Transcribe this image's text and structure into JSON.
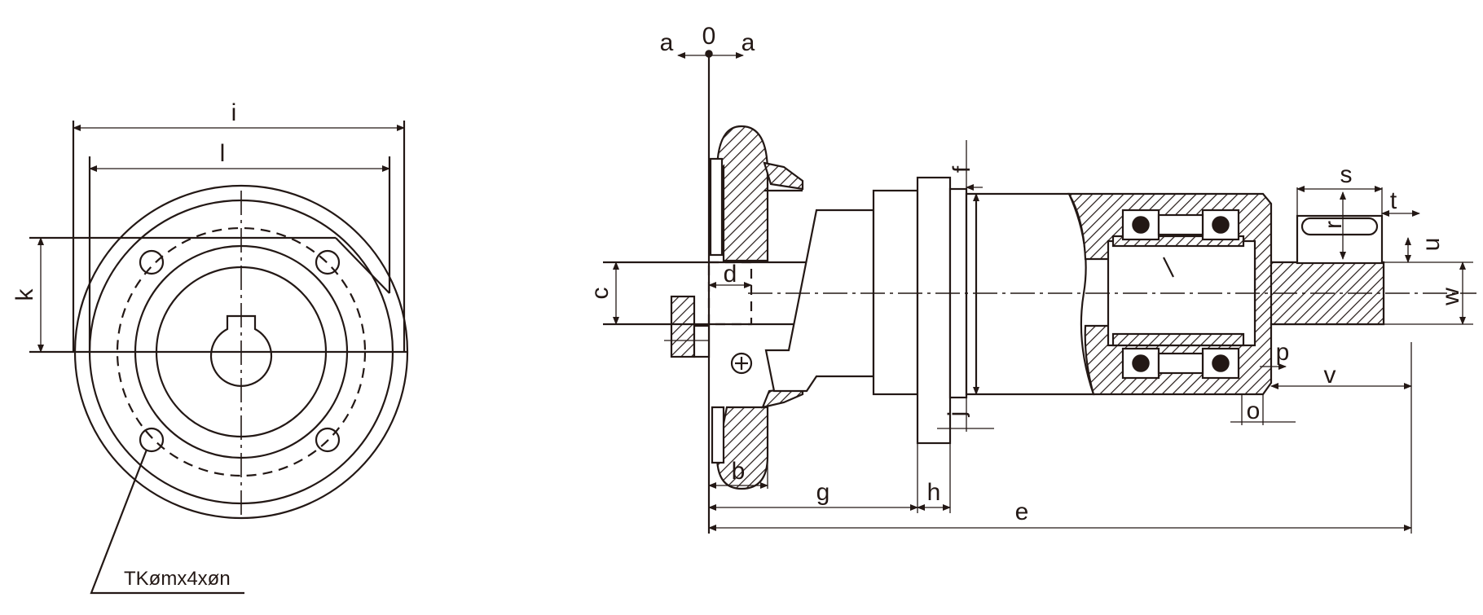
{
  "labels": {
    "i": "i",
    "l": "l",
    "k": "k",
    "pcd_note": "TKømx4xøn",
    "a_left": "a",
    "zero": "0",
    "a_right": "a",
    "c": "c",
    "d": "d",
    "b": "b",
    "g": "g",
    "h": "h",
    "e": "e",
    "f": "f",
    "j": "j",
    "s": "s",
    "t": "t",
    "r": "r",
    "u": "u",
    "w": "w",
    "p": "p",
    "v": "v",
    "o": "o"
  },
  "colors": {
    "line": "#231815",
    "background": "#ffffff"
  }
}
